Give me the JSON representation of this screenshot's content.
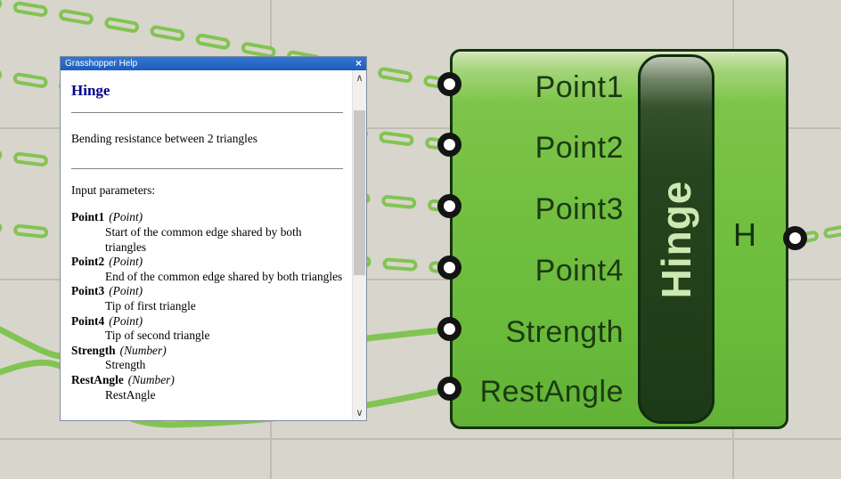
{
  "canvas": {
    "background_color": "#d8d5cc",
    "grid_color": "#bfbcb2",
    "wire_color": "#82c452"
  },
  "help_window": {
    "title": "Grasshopper Help",
    "close_glyph": "×",
    "heading": "Hinge",
    "summary": "Bending resistance between 2 triangles",
    "section_label": "Input parameters:",
    "parameters": [
      {
        "name": "Point1",
        "type": "(Point)",
        "desc": "Start of the common edge shared by both triangles"
      },
      {
        "name": "Point2",
        "type": "(Point)",
        "desc": "End of the common edge shared by both triangles"
      },
      {
        "name": "Point3",
        "type": "(Point)",
        "desc": "Tip of first triangle"
      },
      {
        "name": "Point4",
        "type": "(Point)",
        "desc": "Tip of second triangle"
      },
      {
        "name": "Strength",
        "type": "(Number)",
        "desc": "Strength"
      },
      {
        "name": "RestAngle",
        "type": "(Number)",
        "desc": "RestAngle"
      }
    ],
    "scroll_up_glyph": "∧",
    "scroll_down_glyph": "∨"
  },
  "component": {
    "name": "Hinge",
    "inputs": [
      "Point1",
      "Point2",
      "Point3",
      "Point4",
      "Strength",
      "RestAngle"
    ],
    "output_label": "H",
    "body_color": "#72bf40",
    "pill_color": "#1c3a16",
    "heading_blue": "#00008b",
    "titlebar_blue": "#1e5cb8"
  }
}
